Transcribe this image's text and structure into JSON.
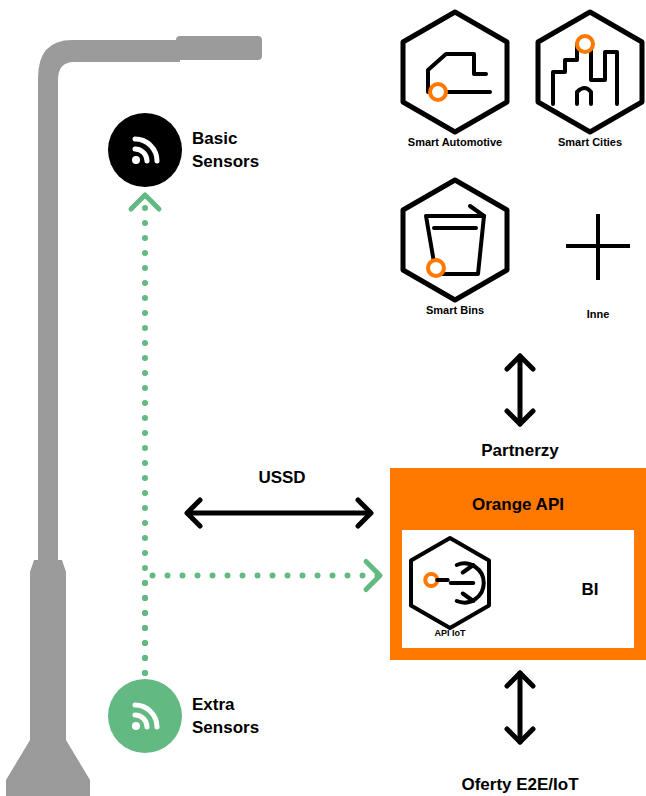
{
  "diagram": {
    "nodes": [
      {
        "text": [
          "Basic Sensors"
        ]
      },
      {
        "text": [
          "Smart Automotive"
        ]
      },
      {
        "text": [
          "Smart Cities"
        ]
      },
      {
        "text": [
          "Smart Bins"
        ]
      },
      {
        "text": [
          "Orange API",
          "BI"
        ]
      },
      {
        "text": [
          "API IoT"
        ],
        "in": 4
      },
      {
        "text": [
          "Extra Sensors"
        ]
      }
    ],
    "edges": [
      {
        "from": 6,
        "to": 0,
        "arrow": "to"
      },
      {
        "from": 6,
        "to": 4,
        "arrow": "to"
      }
    ],
    "labels": [
      "USSD",
      "Inne",
      "Partnerzy",
      "Oferty E2E/IoT"
    ]
  }
}
